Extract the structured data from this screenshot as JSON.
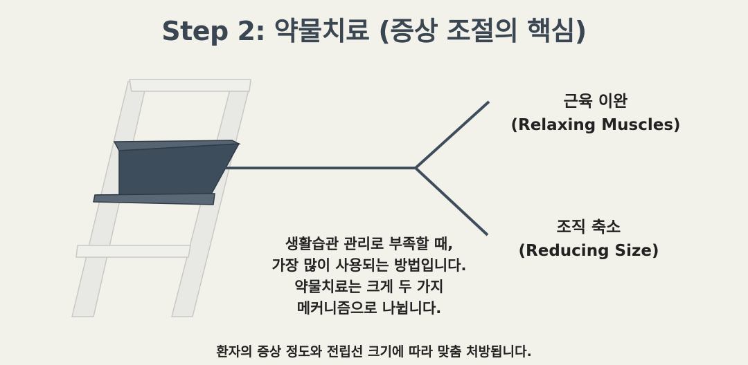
{
  "title": "Step 2: 약물치료 (증상 조절의 핵심)",
  "branches": [
    {
      "label": "근육 이완",
      "sublabel": "(Relaxing Muscles)"
    },
    {
      "label": "조직 축소",
      "sublabel": "(Reducing Size)"
    }
  ],
  "description_lines": [
    "생활습관 관리로 부족할 때,",
    "가장 많이 사용되는 방법입니다.",
    "약물치료는 크게 두 가지",
    "메커니즘으로 나뉩니다."
  ],
  "footer": "환자의 증상 정도와 전립선 크기에 따라 맞춤 처방됩니다.",
  "colors": {
    "background": "#f3f2ea",
    "highlight_step": "#3e4d5c",
    "ladder": "#e6e6e2",
    "line": "#3e4d5c"
  },
  "icons": {
    "ladder": "ladder-icon"
  }
}
